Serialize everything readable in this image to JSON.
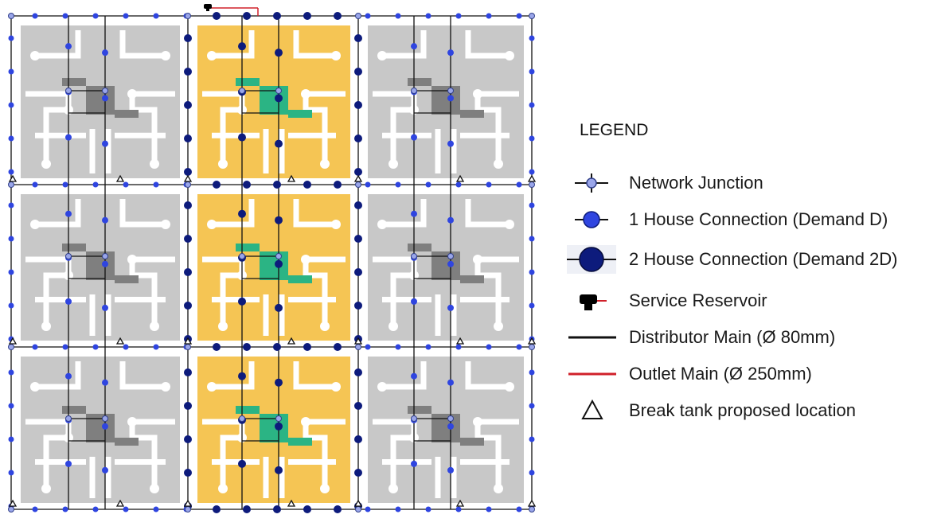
{
  "legend": {
    "title": "LEGEND",
    "items": [
      {
        "key": "junction",
        "label": "Network Junction"
      },
      {
        "key": "house1",
        "label": "1 House Connection (Demand D)"
      },
      {
        "key": "house2",
        "label": "2 House Connection (Demand 2D)"
      },
      {
        "key": "reservoir",
        "label": "Service Reservoir"
      },
      {
        "key": "distributor",
        "label": "Distributor Main (Ø 80mm)"
      },
      {
        "key": "outlet",
        "label": "Outlet Main (Ø 250mm)"
      },
      {
        "key": "breaktank",
        "label": "Break tank proposed location"
      }
    ]
  },
  "colors": {
    "gray_block": "#c8c8c8",
    "gray_hub": "#7f7f7f",
    "orange_block": "#f5c554",
    "green_hub": "#2bb484",
    "junction_fill": "#9aa6ea",
    "house1_fill": "#2f45e0",
    "house2_fill": "#0d1b7c",
    "main_line": "#111111",
    "outlet_line": "#d0202a"
  },
  "icons": [
    "reservoir-icon",
    "break-tank-icon",
    "junction-icon",
    "house-connection-icon"
  ]
}
